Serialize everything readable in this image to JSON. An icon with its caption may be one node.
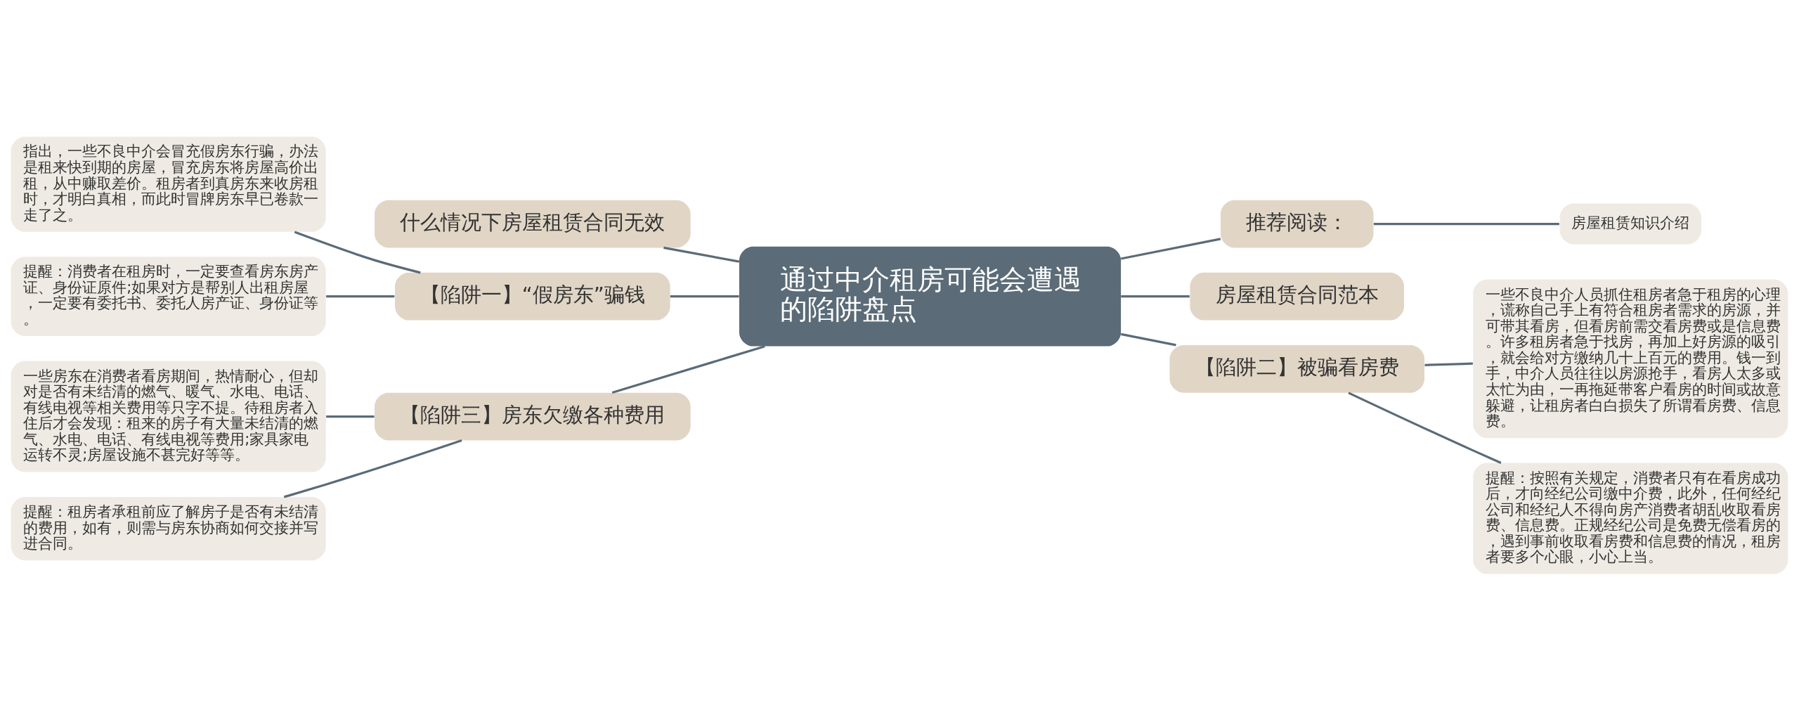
{
  "diagram": {
    "nodes": [
      {
        "text": [
          "通过中介租房可能会遭遇的陷阱盘点"
        ]
      },
      {
        "text": [
          "什么情况下房屋租赁合同无效"
        ]
      },
      {
        "text": [
          "【陷阱一】“假房东”骗钱"
        ]
      },
      {
        "text": [
          "指出，一些不良中介会冒充假房东行骗，办法是租来快到期的房屋，冒充房东将房屋高价出租，从中赚取差价。租房者到真房东来收房租时，才明白真相，而此时冒牌房东早已卷款一走了之。"
        ]
      },
      {
        "text": [
          "提醒：消费者在租房时，一定要查看房东房产证、身份证原件;如果对方是帮别人出租房屋，一定要有委托书、委托人房产证、身份证等。"
        ]
      },
      {
        "text": [
          "【陷阱三】房东欠缴各种费用"
        ]
      },
      {
        "text": [
          "一些房东在消费者看房期间，热情耐心，但却对是否有未结清的燃气、暖气、水电、电话、有线电视等相关费用等只字不提。待租房者入住后才会发现：租来的房子有大量未结清的燃气、水电、电话、有线电视等费用;家具家电运转不灵;房屋设施不甚完好等等。"
        ]
      },
      {
        "text": [
          "提醒：租房者承租前应了解房子是否有未结清的费用，如有，则需与房东协商如何交接并写进合同。"
        ]
      },
      {
        "text": [
          "推荐阅读："
        ]
      },
      {
        "text": [
          "房屋租赁知识介绍"
        ]
      },
      {
        "text": [
          "房屋租赁合同范本"
        ]
      },
      {
        "text": [
          "【陷阱二】被骗看房费"
        ]
      },
      {
        "text": [
          "一些不良中介人员抓住租房者急于租房的心理，谎称自己手上有符合租房者需求的房源，并可带其看房，但看房前需交看房费或是信息费。许多租房者急于找房，再加上好房源的吸引，就会给对方缴纳几十上百元的费用。钱一到手，中介人员往往以房源抢手，看房人太多或太忙为由，一再拖延带客户看房的时间或故意躲避，让租房者白白损失了所谓看房费、信息费。"
        ]
      },
      {
        "text": [
          "提醒：按照有关规定，消费者只有在看房成功后，才向经纪公司缴中介费，此外，任何经纪公司和经纪人不得向房产消费者胡乱收取看房费、信息费。正规经纪公司是免费无偿看房的，遇到事前收取看房费和信息费的情况，租房者要多个心眼，小心上当。"
        ]
      }
    ],
    "edges": [
      {
        "from": 0,
        "to": 1,
        "arrow": "none"
      },
      {
        "from": 0,
        "to": 2,
        "arrow": "none"
      },
      {
        "from": 2,
        "to": 3,
        "arrow": "none"
      },
      {
        "from": 2,
        "to": 4,
        "arrow": "none"
      },
      {
        "from": 0,
        "to": 5,
        "arrow": "none"
      },
      {
        "from": 5,
        "to": 6,
        "arrow": "none"
      },
      {
        "from": 5,
        "to": 7,
        "arrow": "none"
      },
      {
        "from": 0,
        "to": 8,
        "arrow": "none"
      },
      {
        "from": 8,
        "to": 9,
        "arrow": "none"
      },
      {
        "from": 0,
        "to": 10,
        "arrow": "none"
      },
      {
        "from": 0,
        "to": 11,
        "arrow": "none"
      },
      {
        "from": 11,
        "to": 12,
        "arrow": "none"
      },
      {
        "from": 11,
        "to": 13,
        "arrow": "none"
      }
    ]
  }
}
